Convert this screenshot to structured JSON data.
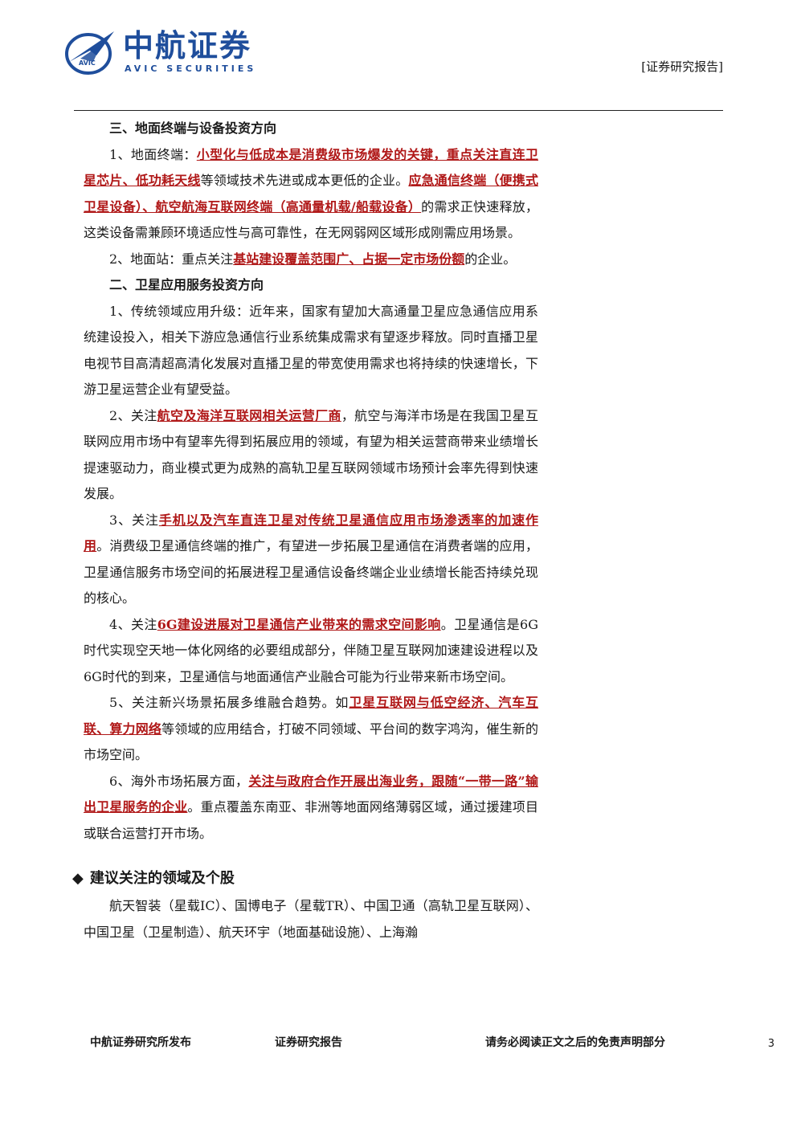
{
  "header": {
    "logo_cn": "中航证券",
    "logo_en": "AVIC SECURITIES",
    "logo_badge": "AVIC",
    "report_tag": "[证券研究报告]"
  },
  "content": {
    "h1": "三、地面终端与设备投资方向",
    "p1": [
      {
        "t": "1、地面终端：",
        "hl": false
      },
      {
        "t": "小型化与低成本是消费级市场爆发的关键，重点关注直连卫星芯片、低功耗天线",
        "hl": true
      },
      {
        "t": "等领域技术先进或成本更低的企业。",
        "hl": false
      },
      {
        "t": "应急通信终端（便携式卫星设备）、航空航海互联网终端（高通量机载/船载设备）",
        "hl": true
      },
      {
        "t": "的需求正快速释放，这类设备需兼顾环境适应性与高可靠性，在无网弱网区域形成刚需应用场景。",
        "hl": false
      }
    ],
    "p2": [
      {
        "t": "2、地面站：重点关注",
        "hl": false
      },
      {
        "t": "基站建设覆盖范围广、占据一定市场份额",
        "hl": true
      },
      {
        "t": "的企业。",
        "hl": false
      }
    ],
    "h2": "二、卫星应用服务投资方向",
    "p3": [
      {
        "t": "1、传统领域应用升级：近年来，国家有望加大高通量卫星应急通信应用系统建设投入，相关下游应急通信行业系统集成需求有望逐步释放。同时直播卫星电视节目高清超高清化发展对直播卫星的带宽使用需求也将持续的快速增长，下游卫星运营企业有望受益。",
        "hl": false
      }
    ],
    "p4": [
      {
        "t": "2、关注",
        "hl": false
      },
      {
        "t": "航空及海洋互联网相关运营厂商",
        "hl": true
      },
      {
        "t": "，航空与海洋市场是在我国卫星互联网应用市场中有望率先得到拓展应用的领域，有望为相关运营商带来业绩增长提速驱动力，商业模式更为成熟的高轨卫星互联网领域市场预计会率先得到快速发展。",
        "hl": false
      }
    ],
    "p5": [
      {
        "t": "3、关注",
        "hl": false
      },
      {
        "t": "手机以及汽车直连卫星对传统卫星通信应用市场渗透率的加速作用",
        "hl": true
      },
      {
        "t": "。消费级卫星通信终端的推广，有望进一步拓展卫星通信在消费者端的应用，卫星通信服务市场空间的拓展进程卫星通信设备终端企业业绩增长能否持续兑现的核心。",
        "hl": false
      }
    ],
    "p6": [
      {
        "t": "4、关注",
        "hl": false
      },
      {
        "t": "6G建设进展对卫星通信产业带来的需求空间影响",
        "hl": true
      },
      {
        "t": "。卫星通信是6G时代实现空天地一体化网络的必要组成部分，伴随卫星互联网加速建设进程以及6G时代的到来，卫星通信与地面通信产业融合可能为行业带来新市场空间。",
        "hl": false
      }
    ],
    "p7": [
      {
        "t": "5、关注新兴场景拓展多维融合趋势。如",
        "hl": false
      },
      {
        "t": "卫星互联网与低空经济、汽车互联、算力网络",
        "hl": true
      },
      {
        "t": "等领域的应用结合，打破不同领域、平台间的数字鸿沟，催生新的市场空间。",
        "hl": false
      }
    ],
    "p8": [
      {
        "t": "6、海外市场拓展方面，",
        "hl": false
      },
      {
        "t": "关注与政府合作开展出海业务，跟随“一带一路”输出卫星服务的企业",
        "hl": true
      },
      {
        "t": "。重点覆盖东南亚、非洲等地面网络薄弱区域，通过援建项目或联合运营打开市场。",
        "hl": false
      }
    ],
    "section_title": "建议关注的领域及个股",
    "p9": [
      {
        "t": "航天智装（星载IC）、国博电子（星载TR）、中国卫通（高轨卫星互联网）、中国卫星（卫星制造）、航天环宇（地面基础设施）、上海瀚",
        "hl": false
      }
    ]
  },
  "footer": {
    "left": "中航证券研究所发布",
    "center": "证券研究报告",
    "right": "请务必阅读正文之后的免责声明部分",
    "page": "3"
  }
}
